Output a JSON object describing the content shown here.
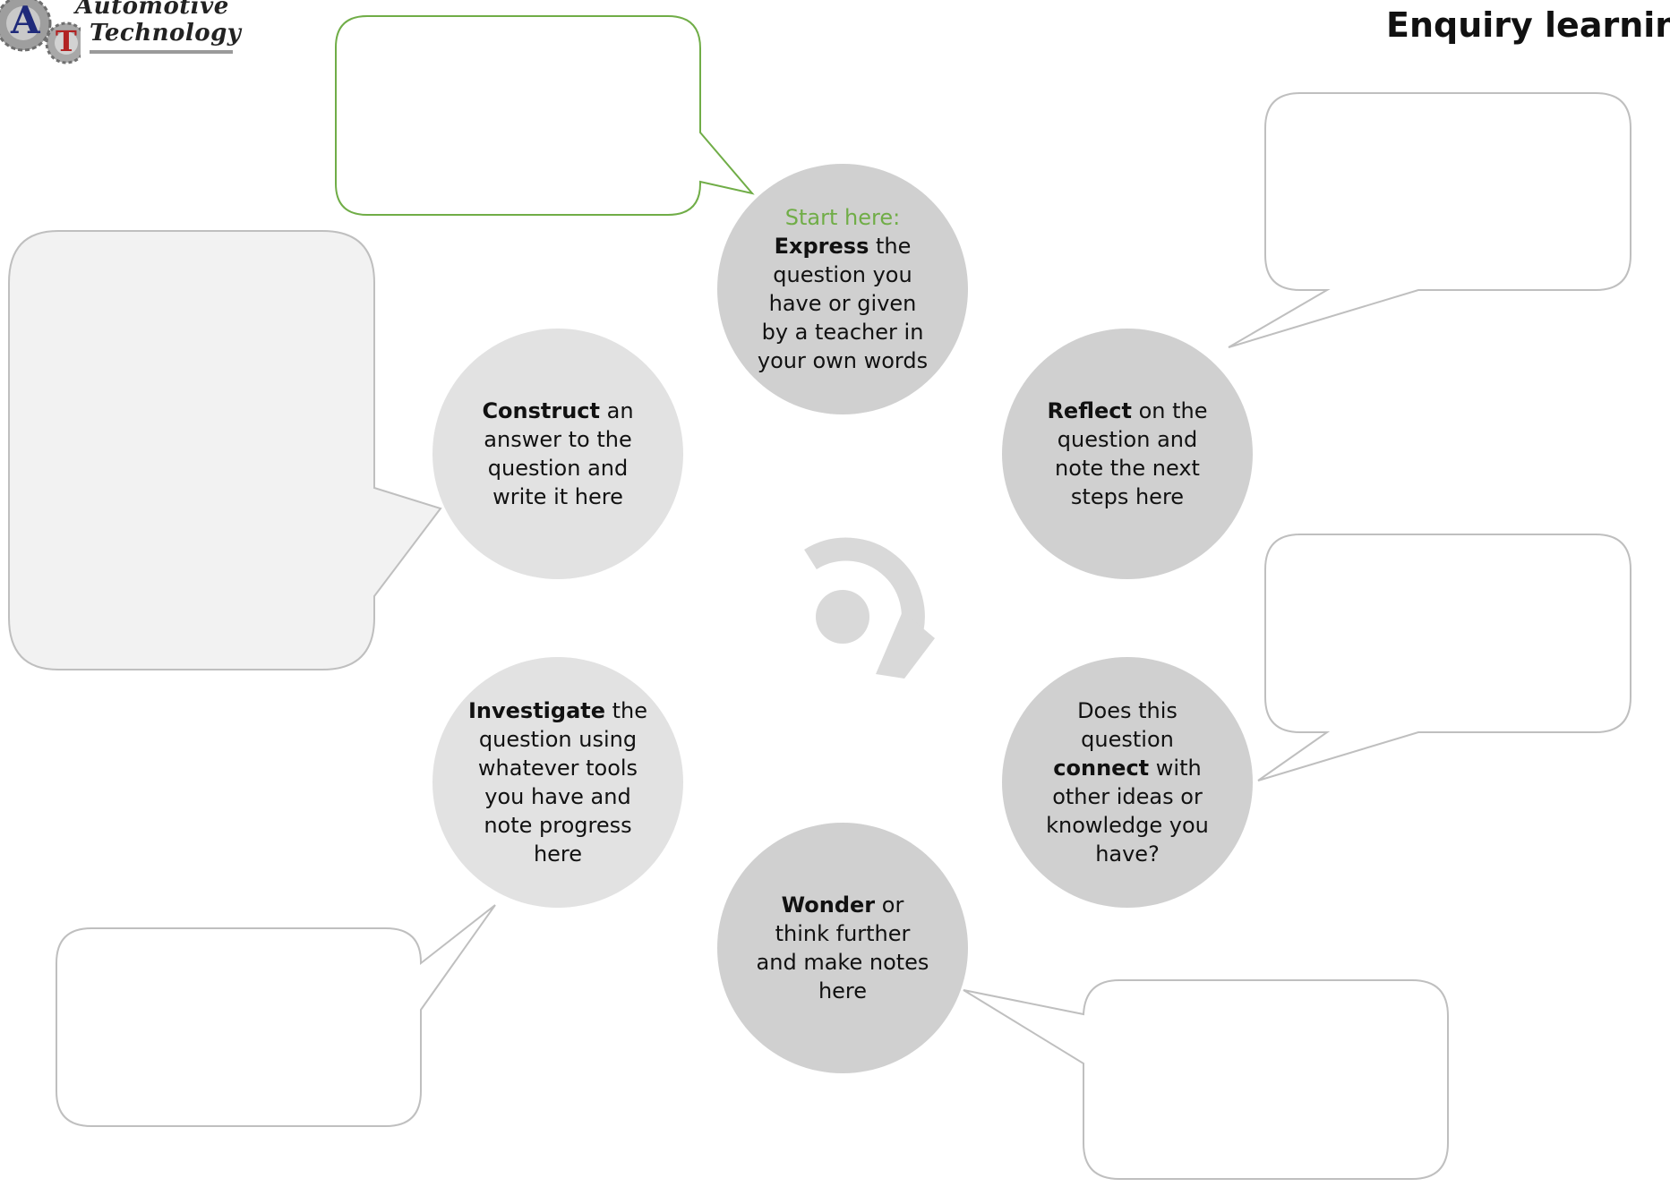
{
  "header": {
    "logo": {
      "letter_a": "A",
      "letter_t": "T",
      "word1": "Automotive",
      "word2": "Technology"
    },
    "title": "Enquiry learning"
  },
  "colors": {
    "circle_dark": "#D0D0D0",
    "circle_light": "#E2E2E2",
    "callout_border": "#BFBFBF",
    "callout_start_border": "#70AD47",
    "callout_fill_highlight": "#F2F2F2",
    "start_label": "#70AD47",
    "cycle_icon": "#D9D9D9"
  },
  "steps": [
    {
      "id": "express",
      "lines": [
        [
          {
            "t": "Start here:",
            "s": "green"
          }
        ],
        [
          {
            "t": "Express",
            "b": true
          },
          {
            "t": " the"
          }
        ],
        [
          {
            "t": "question you"
          }
        ],
        [
          {
            "t": "have or given"
          }
        ],
        [
          {
            "t": "by a teacher in"
          }
        ],
        [
          {
            "t": "your own words"
          }
        ]
      ]
    },
    {
      "id": "reflect",
      "lines": [
        [
          {
            "t": "Reflect",
            "b": true
          },
          {
            "t": " on the"
          }
        ],
        [
          {
            "t": "question and"
          }
        ],
        [
          {
            "t": "note the next"
          }
        ],
        [
          {
            "t": "steps here"
          }
        ]
      ]
    },
    {
      "id": "connect",
      "lines": [
        [
          {
            "t": "Does this"
          }
        ],
        [
          {
            "t": "question"
          }
        ],
        [
          {
            "t": "connect",
            "b": true
          },
          {
            "t": " with"
          }
        ],
        [
          {
            "t": "other ideas or"
          }
        ],
        [
          {
            "t": "knowledge you"
          }
        ],
        [
          {
            "t": "have?"
          }
        ]
      ]
    },
    {
      "id": "wonder",
      "lines": [
        [
          {
            "t": "Wonder",
            "b": true
          },
          {
            "t": " or"
          }
        ],
        [
          {
            "t": "think further"
          }
        ],
        [
          {
            "t": "and make notes"
          }
        ],
        [
          {
            "t": "here"
          }
        ]
      ]
    },
    {
      "id": "investigate",
      "lines": [
        [
          {
            "t": "Investigate",
            "b": true
          },
          {
            "t": " the"
          }
        ],
        [
          {
            "t": "question using"
          }
        ],
        [
          {
            "t": "whatever tools"
          }
        ],
        [
          {
            "t": "you have and"
          }
        ],
        [
          {
            "t": "note progress"
          }
        ],
        [
          {
            "t": "here"
          }
        ]
      ]
    },
    {
      "id": "construct",
      "lines": [
        [
          {
            "t": "Construct",
            "b": true
          },
          {
            "t": " an"
          }
        ],
        [
          {
            "t": "answer to the"
          }
        ],
        [
          {
            "t": "question and"
          }
        ],
        [
          {
            "t": "write it here"
          }
        ]
      ]
    }
  ],
  "notes": {
    "express": "",
    "reflect": "",
    "connect": "",
    "wonder": "",
    "investigate": "",
    "construct": ""
  }
}
